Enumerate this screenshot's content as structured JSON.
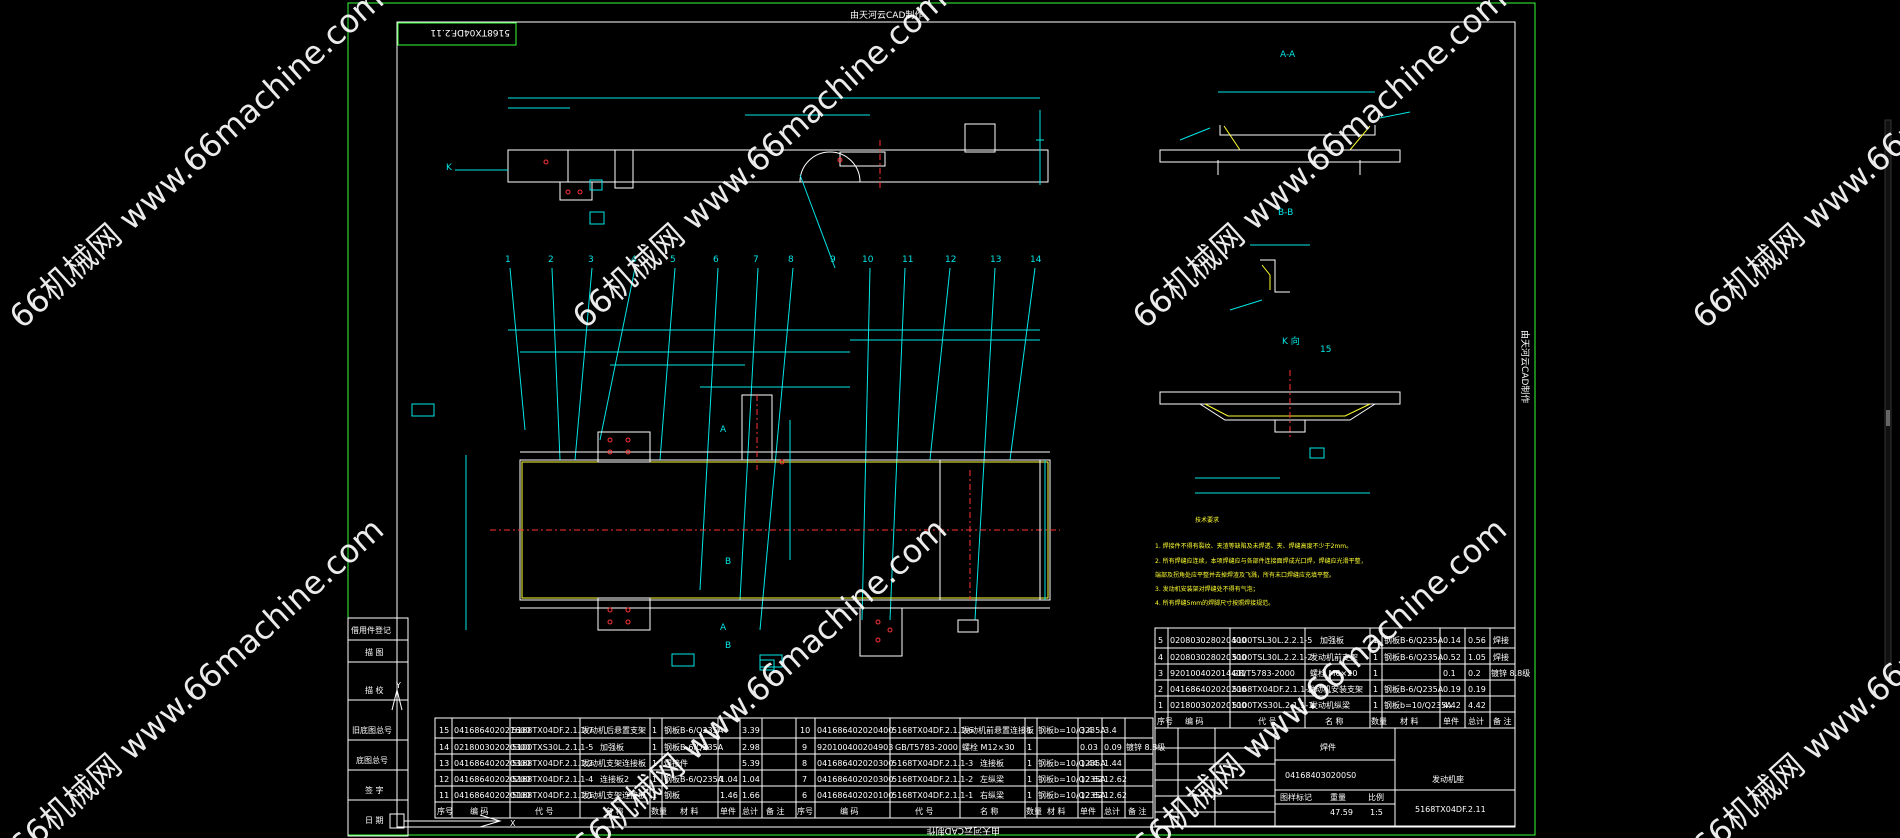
{
  "drawing": {
    "top_banner": "由天河云CAD制作",
    "side_banner": "由天河云CAD制作",
    "bottom_banner": "由天河云CAD制作",
    "drawing_code_stamp": "5168TX04DF.2.11",
    "view_aa": "A-A",
    "view_bb": "B-B",
    "view_k": "K 向",
    "tech_title": "技术要求",
    "tech_notes": [
      "1. 焊接件不得有裂纹、夹渣等缺陷及未焊透、夹、焊缝高度不少于2mm。",
      "2. 所有焊缝应连续，本项焊缝应与各部件连接面焊成光口焊，焊缝应光滑平整，",
      "   端部及拐角处应平整并去掉焊渣及飞溅，所有未口焊缝应充填平整。",
      "3. 发动机安装架对焊缝处不得有气泡；",
      "4. 所有焊缝5mm的焊脚尺寸按照焊接规范。"
    ],
    "balloons": [
      "1",
      "2",
      "3",
      "4",
      "5",
      "6",
      "7",
      "8",
      "9",
      "10",
      "11",
      "12",
      "13",
      "14",
      "15"
    ]
  },
  "bom_left": {
    "rows": [
      [
        "15",
        "041686402021600",
        "5168TX04DF.2.1.1-7",
        "发动机后悬置支架",
        "1",
        "钢板B-6/Q235A",
        "",
        "3.39"
      ],
      [
        "14",
        "021800302020300",
        "5100TXS30L.2.1.1-5",
        "加强板",
        "1",
        "钢板B-6/Q235A",
        "",
        "2.98"
      ],
      [
        "13",
        "041686402020300",
        "5168TX04DF.2.1.1.2",
        "发动机支架连接板",
        "1",
        "焊接件",
        "",
        "5.39"
      ],
      [
        "12",
        "041686402020200",
        "5168TX04DF.2.1.1-4",
        "连接板2",
        "1",
        "钢板B-6/Q235A",
        "1.04",
        "1.04"
      ],
      [
        "11",
        "041686402020100",
        "5168TX04DF.2.1.1.1",
        "发动机支架连接板",
        "1",
        "钢板",
        "1.46",
        "1.66"
      ]
    ],
    "header": [
      "序号",
      "编 码",
      "代 号",
      "名 称",
      "数量",
      "材 料",
      "单件",
      "总计",
      "备 注"
    ]
  },
  "bom_mid": {
    "rows": [
      [
        "10",
        "041686402020400",
        "5168TX04DF.2.1.1-6",
        "发动机前悬置连接板",
        "1",
        "钢板b=10/Q235A",
        "3.4",
        "3.4",
        ""
      ],
      [
        "9",
        "920100400204903",
        "GB/T5783-2000",
        "螺栓 M12×30",
        "1",
        "",
        "0.03",
        "0.09",
        "镀锌 8.8级"
      ],
      [
        "8",
        "041686402020300",
        "5168TX04DF.2.1.1-3",
        "连接板",
        "1",
        "钢板b=10/Q235A",
        "1.44",
        "1.44",
        ""
      ],
      [
        "7",
        "041686402020300",
        "5168TX04DF.2.1.1-2",
        "左纵梁",
        "1",
        "钢板b=10/Q235A",
        "12.62",
        "12.62",
        ""
      ],
      [
        "6",
        "041686402020100",
        "5168TX04DF.2.1.1-1",
        "右纵梁",
        "1",
        "钢板b=10/Q235A",
        "12.62",
        "12.62",
        ""
      ]
    ],
    "header": [
      "序号",
      "编 码",
      "代 号",
      "名 称",
      "数量",
      "材 料",
      "单件",
      "总计",
      "备 注"
    ]
  },
  "bom_right": {
    "rows": [
      [
        "5",
        "020803028020400",
        "5100TSL30L.2.2.1-5",
        "加强板",
        "1",
        "钢板B-6/Q235A",
        "0.14",
        "0.56",
        "焊接"
      ],
      [
        "4",
        "020803028020300",
        "5100TSL30L.2.2.1-2",
        "发动机前支架",
        "1",
        "钢板B-6/Q235A",
        "0.52",
        "1.05",
        "焊接"
      ],
      [
        "3",
        "920100402014401",
        "GB/T5783-2000",
        "螺栓 M6×20",
        "1",
        "",
        "0.1",
        "0.2",
        "镀锌 8.8级"
      ],
      [
        "2",
        "041686402020200",
        "5168TX04DF.2.1.1-5",
        "发动机安装支架",
        "1",
        "钢板B-6/Q235A",
        "0.19",
        "0.19",
        ""
      ],
      [
        "1",
        "021800302020100",
        "5100TXS30L.2.1.1-1",
        "发动机纵梁",
        "1",
        "钢板b=10/Q235A",
        "4.42",
        "4.42",
        ""
      ]
    ],
    "header": [
      "序号",
      "编 码",
      "代 号",
      "名 称",
      "数量",
      "材 料",
      "单件",
      "总计",
      "备 注"
    ]
  },
  "title_block": {
    "type": "焊件",
    "part_code": "041684030200S0",
    "part_name": "发动机座",
    "drawing_no": "5168TX04DF.2.11",
    "weight": "47.59",
    "scale": "1:5",
    "stage_label": "图样标记",
    "weight_label": "重量",
    "scale_label": "比例"
  },
  "left_stamps": [
    "借用件登记",
    "描 图",
    "描 校",
    "旧底图总号",
    "底图总号",
    "签 字",
    "日 期"
  ],
  "watermark": [
    "66机械网 www.66machine.com",
    "66机械网 www.66machine.com",
    "66机械网 www.66machine.com",
    "66机械网 www.66machine.com",
    "66机械网 www.66machine.com",
    "66机械网 www.66machine.com",
    "66机械网 www.66machine.com",
    "66机械网 www.66machine.com"
  ],
  "colors": {
    "frame": "#36ff36",
    "geometry": "#ffffff",
    "dim": "#00e6e6",
    "hidden": "#ffff33",
    "center": "#ff3333"
  }
}
